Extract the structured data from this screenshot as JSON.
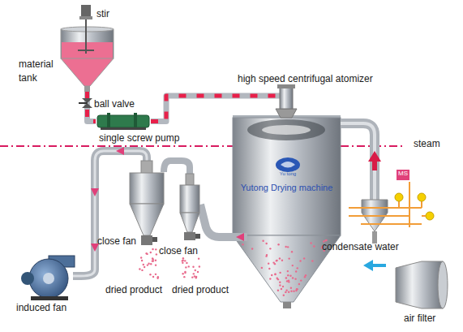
{
  "diagram": {
    "nodes": [
      {
        "text": [
          "material tank"
        ]
      },
      {
        "text": [
          "single screw pump"
        ]
      },
      {
        "text": [
          "Yutong Drying machine"
        ]
      },
      {
        "text": [
          "MS"
        ]
      },
      {
        "text": [
          "air filter"
        ]
      },
      {
        "text": [
          "induced fan"
        ]
      }
    ],
    "edges": [
      {
        "from": 0,
        "to": 1,
        "arrow": "none"
      },
      {
        "from": 1,
        "to": 2,
        "arrow": "none"
      }
    ],
    "labels": [
      "stir",
      "ball valve",
      "high speed centrifugal atomizer",
      "Yu tong",
      "steam",
      "condensate water",
      "close fan",
      "close fan",
      "dried product",
      "dried product"
    ]
  }
}
